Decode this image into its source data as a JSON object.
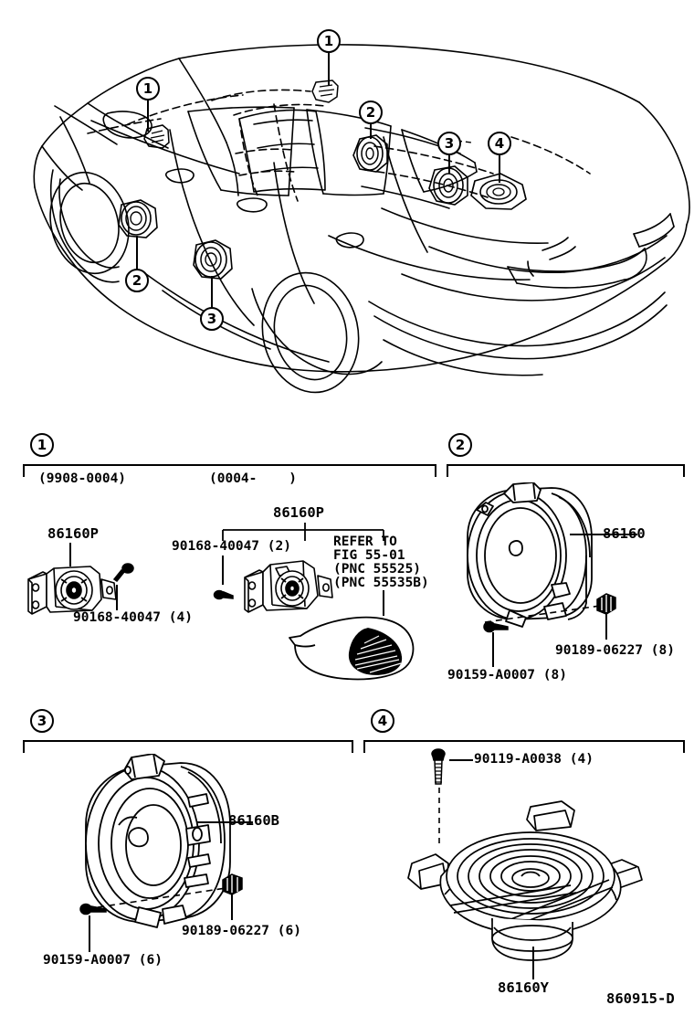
{
  "diagram": {
    "code": "860915-D",
    "vehicle_view_caption": ""
  },
  "car_callouts": [
    {
      "id": "c1a",
      "number": "1"
    },
    {
      "id": "c1b",
      "number": "1"
    },
    {
      "id": "c2a",
      "number": "2"
    },
    {
      "id": "c2b",
      "number": "2"
    },
    {
      "id": "c3a",
      "number": "3"
    },
    {
      "id": "c3b",
      "number": "3"
    },
    {
      "id": "c4",
      "number": "4"
    }
  ],
  "sections": [
    {
      "number": "1",
      "variants": [
        {
          "range": "(9908-0004)"
        },
        {
          "range": "(0004-    )"
        }
      ],
      "labels": {
        "left_part": "86160P",
        "left_screw": "90168-40047 (4)",
        "right_part": "86160P",
        "right_screw": "90168-40047 (2)",
        "refer_line1": "REFER TO",
        "refer_line2": "FIG 55-01",
        "refer_line3": "(PNC 55525)",
        "refer_line4": "(PNC 55535B)"
      }
    },
    {
      "number": "2",
      "labels": {
        "part": "86160",
        "bolt": "90159-A0007 (8)",
        "clip": "90189-06227 (8)"
      }
    },
    {
      "number": "3",
      "labels": {
        "part": "86160B",
        "bolt": "90159-A0007 (6)",
        "clip": "90189-06227 (6)"
      }
    },
    {
      "number": "4",
      "labels": {
        "part": "86160Y",
        "screw": "90119-A0038 (4)"
      }
    }
  ],
  "colors": {
    "line": "#000000",
    "background": "#ffffff"
  }
}
